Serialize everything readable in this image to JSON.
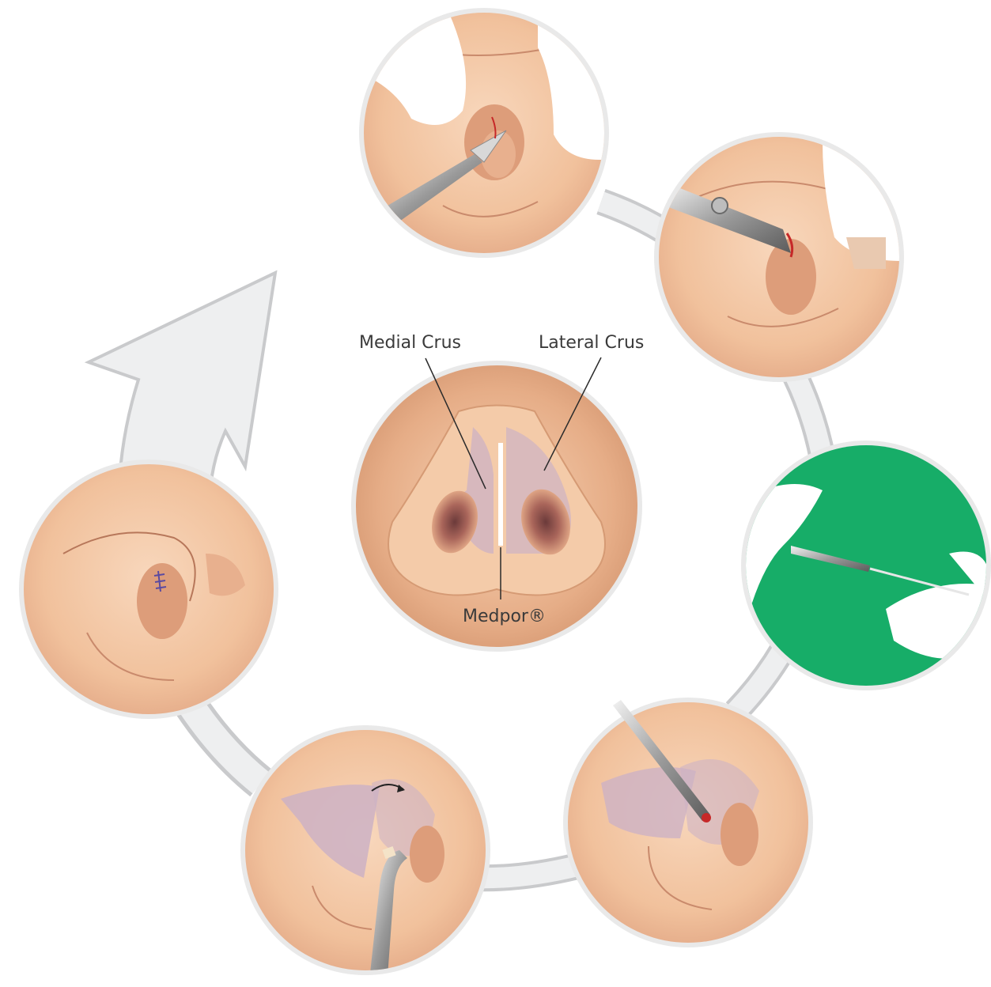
{
  "labels": {
    "medial_crus": "Medial Crus",
    "lateral_crus": "Lateral Crus",
    "medpor": "Medpor®"
  },
  "steps": [
    {
      "id": "incision",
      "icon": "scalpel-icon"
    },
    {
      "id": "dissection",
      "icon": "scissors-icon"
    },
    {
      "id": "implant-preparation",
      "icon": "implant-icon"
    },
    {
      "id": "implant-insertion",
      "icon": "rod-icon"
    },
    {
      "id": "implant-positioning",
      "icon": "elevator-icon"
    },
    {
      "id": "closure",
      "icon": "suture-icon"
    }
  ],
  "colors": {
    "skin": "#f3c7a3",
    "skin_dark": "#e2a47c",
    "skin_light": "#f8dcc3",
    "cartilage": "#cdb2c4",
    "drape_green": "#17ad68",
    "arrow": "#eeeff0",
    "arrow_edge": "#c8c9cb",
    "ring": "#e6e6e6"
  }
}
